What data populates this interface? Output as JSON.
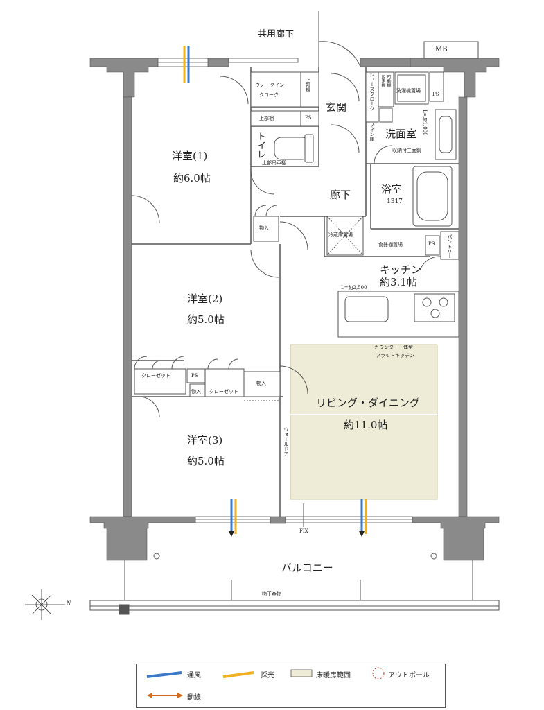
{
  "labels": {
    "common_corridor": "共用廊下",
    "mb": "MB",
    "walkin_closet": "ウォークイン\nクローク",
    "walkin_line1": "ウォークイン",
    "walkin_line2": "クローク",
    "upper_shelf_v": "上部棚",
    "upper_shelf_h": "上部棚",
    "ps1": "PS",
    "ps2": "PS",
    "ps3": "PS",
    "ps4": "PS",
    "entrance": "玄関",
    "shoes_closet": "シューズクローク",
    "movable_shelf": "可動棚",
    "fixed_shelf": "固定棚",
    "laundry_space": "洗濯機置場",
    "washroom": "洗面室",
    "linen": "リネン庫",
    "mirror": "収納付三面鏡",
    "washroom_dim": "L=約1,000",
    "toilet": "トイレ",
    "upper_hanging": "上部吊戸棚",
    "bedroom1_name": "洋室(1)",
    "bedroom1_size": "約6.0帖",
    "corridor": "廊下",
    "bath": "浴室",
    "bath_size": "1317",
    "storage1": "物入",
    "fridge": "冷蔵庫置場",
    "cupboard": "食器棚置場",
    "panty": "パントリー",
    "kitchen_name": "キッチン",
    "kitchen_size": "約3.1帖",
    "kitchen_len": "L=約2,500",
    "bedroom2_name": "洋室(2)",
    "bedroom2_size": "約5.0帖",
    "counter_note1": "カウンター一体型",
    "counter_note2": "フラットキッチン",
    "closet_a": "クローゼット",
    "closet_b": "クローゼット",
    "storage2": "物入",
    "storage3": "物入",
    "ldk_name": "リビング・ダイニング",
    "ldk_size": "約11.0帖",
    "bedroom3_name": "洋室(3)",
    "bedroom3_size": "約5.0帖",
    "wall_door": "ウォールドア",
    "fix": "FIX",
    "balcony": "バルコニー",
    "hanger": "物干金物",
    "compass_n": "N"
  },
  "legend": {
    "ventilation": "通風",
    "daylight": "採光",
    "heating": "床暖房範囲",
    "outpole": "アウトポール",
    "traffic": "動線"
  },
  "colors": {
    "wall": "#8a8a8a",
    "floor_heat": "#eeecd6",
    "vent_blue": "#3c78c8",
    "light_yellow": "#f0b020",
    "traffic_orange": "#d2691e",
    "outpole_red": "#c0392b"
  }
}
